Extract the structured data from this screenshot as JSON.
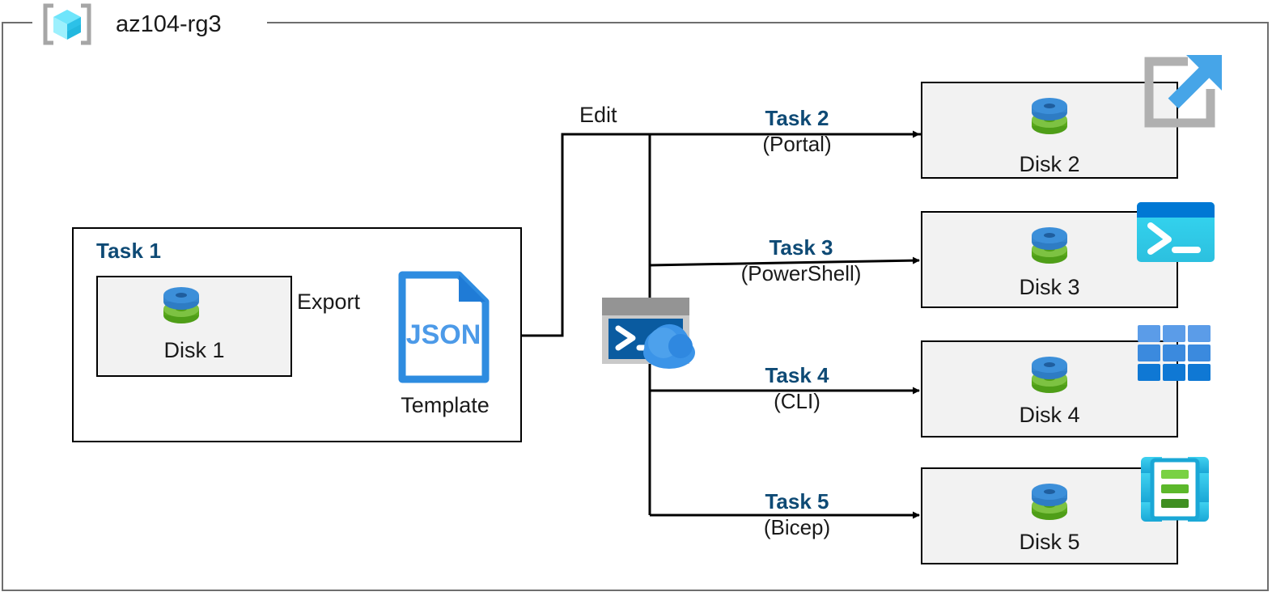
{
  "resource_group": {
    "name": "az104-rg3",
    "icon": "azure-resource-group-cube-icon"
  },
  "task1": {
    "label": "Task 1",
    "disk": {
      "caption": "Disk 1",
      "icon": "managed-disk-icon"
    },
    "export_label": "Export",
    "template": {
      "format": "JSON",
      "caption": "Template",
      "icon": "json-document-icon"
    }
  },
  "edit_label": "Edit",
  "cloud_shell": {
    "icon": "cloud-shell-icon"
  },
  "tasks": [
    {
      "name": "Task 2",
      "method": "(Portal)",
      "disk": "Disk 2",
      "tool_icon": "azure-portal-icon"
    },
    {
      "name": "Task 3",
      "method": "(PowerShell)",
      "disk": "Disk 3",
      "tool_icon": "powershell-icon"
    },
    {
      "name": "Task 4",
      "method": "(CLI)",
      "disk": "Disk 4",
      "tool_icon": "azure-cli-grid-icon"
    },
    {
      "name": "Task 5",
      "method": "(Bicep)",
      "disk": "Disk 5",
      "tool_icon": "bicep-file-icon"
    }
  ],
  "colors": {
    "task_blue": "#0e4a75",
    "disk_blue": "#3c8fd9",
    "disk_green": "#7dc242",
    "box_fill": "#f2f2f2",
    "frame_gray": "#6e6e6e",
    "accent_cyan": "#2ec7ee",
    "portal_arrow_blue": "#46a5e8"
  }
}
